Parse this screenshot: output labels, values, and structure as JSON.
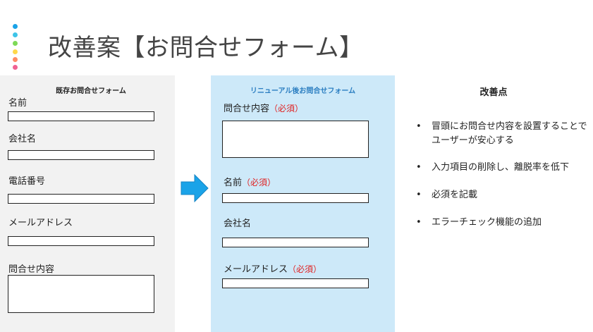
{
  "slide": {
    "title": "改善案【お問合せフォーム】",
    "accent_dots": [
      "#1aa3e8",
      "#3ec4e8",
      "#7ed957",
      "#ffd84a",
      "#ff8a65",
      "#f06292"
    ]
  },
  "old_form": {
    "heading": "既存お問合せフォーム",
    "fields": [
      {
        "label": "名前"
      },
      {
        "label": "会社名"
      },
      {
        "label": "電話番号"
      },
      {
        "label": "メールアドレス"
      },
      {
        "label": "問合せ内容"
      }
    ]
  },
  "arrow": {
    "icon": "right-arrow-icon",
    "color": "#1aa3e8"
  },
  "new_form": {
    "heading": "リニューアル後お問合せフォーム",
    "fields": [
      {
        "label": "問合せ内容",
        "required": "（必須）"
      },
      {
        "label": "名前",
        "required": "（必須）"
      },
      {
        "label": "会社名",
        "required": ""
      },
      {
        "label": "メールアドレス",
        "required": "（必須）"
      }
    ]
  },
  "improvements": {
    "heading": "改善点",
    "bullet": "•",
    "items": [
      "冒頭にお問合せ内容を設置することでユーザーが安心する",
      "入力項目の削除し、離脱率を低下",
      "必須を記載",
      "エラーチェック機能の追加"
    ]
  }
}
